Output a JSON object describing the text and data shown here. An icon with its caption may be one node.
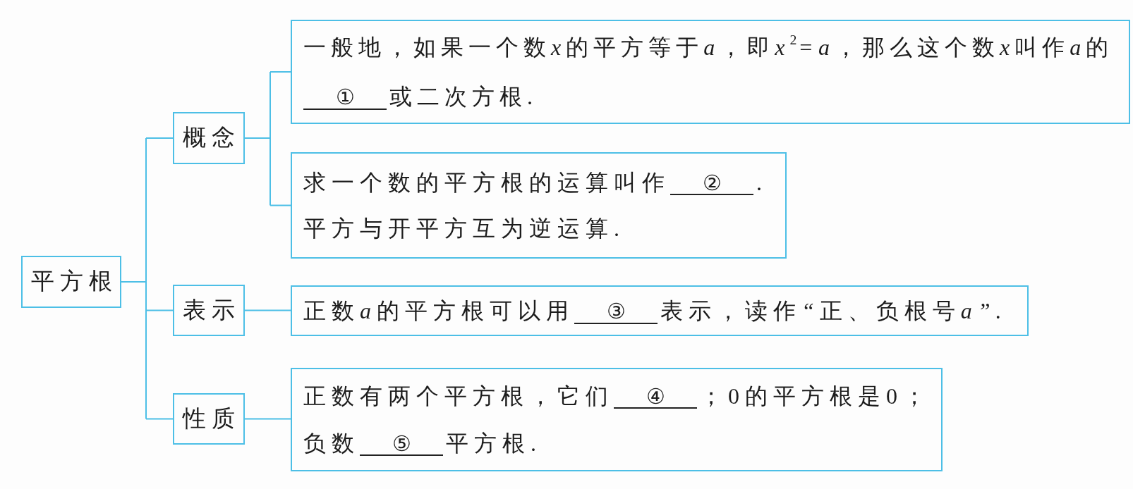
{
  "diagram": {
    "nodes": [
      {
        "text": [
          "平方根"
        ]
      },
      {
        "text": [
          "概念"
        ]
      },
      {
        "text": [
          "一般地，如果一个数x的平方等于a，即x$^{2}$=a，那么这个数x叫作a的",
          "①",
          "或二次方根."
        ]
      },
      {
        "text": [
          "求一个数的平方根的运算叫作",
          "②",
          ".",
          "平方与开平方互为逆运算."
        ]
      },
      {
        "text": [
          "表示"
        ]
      },
      {
        "text": [
          "正数a的平方根可以用",
          "③",
          "表示，读作“正、负根号a”."
        ]
      },
      {
        "text": [
          "性质"
        ]
      },
      {
        "text": [
          "正数有两个平方根，它们",
          "④",
          "；0的平方根是0；",
          "负数",
          "⑤",
          "平方根."
        ]
      }
    ],
    "edges": [
      {
        "from": 0,
        "to": 1,
        "arrow": "none"
      },
      {
        "from": 0,
        "to": 4,
        "arrow": "none"
      },
      {
        "from": 0,
        "to": 6,
        "arrow": "none"
      },
      {
        "from": 1,
        "to": 2,
        "arrow": "none"
      },
      {
        "from": 1,
        "to": 3,
        "arrow": "none"
      },
      {
        "from": 4,
        "to": 5,
        "arrow": "none"
      },
      {
        "from": 6,
        "to": 7,
        "arrow": "none"
      }
    ]
  }
}
